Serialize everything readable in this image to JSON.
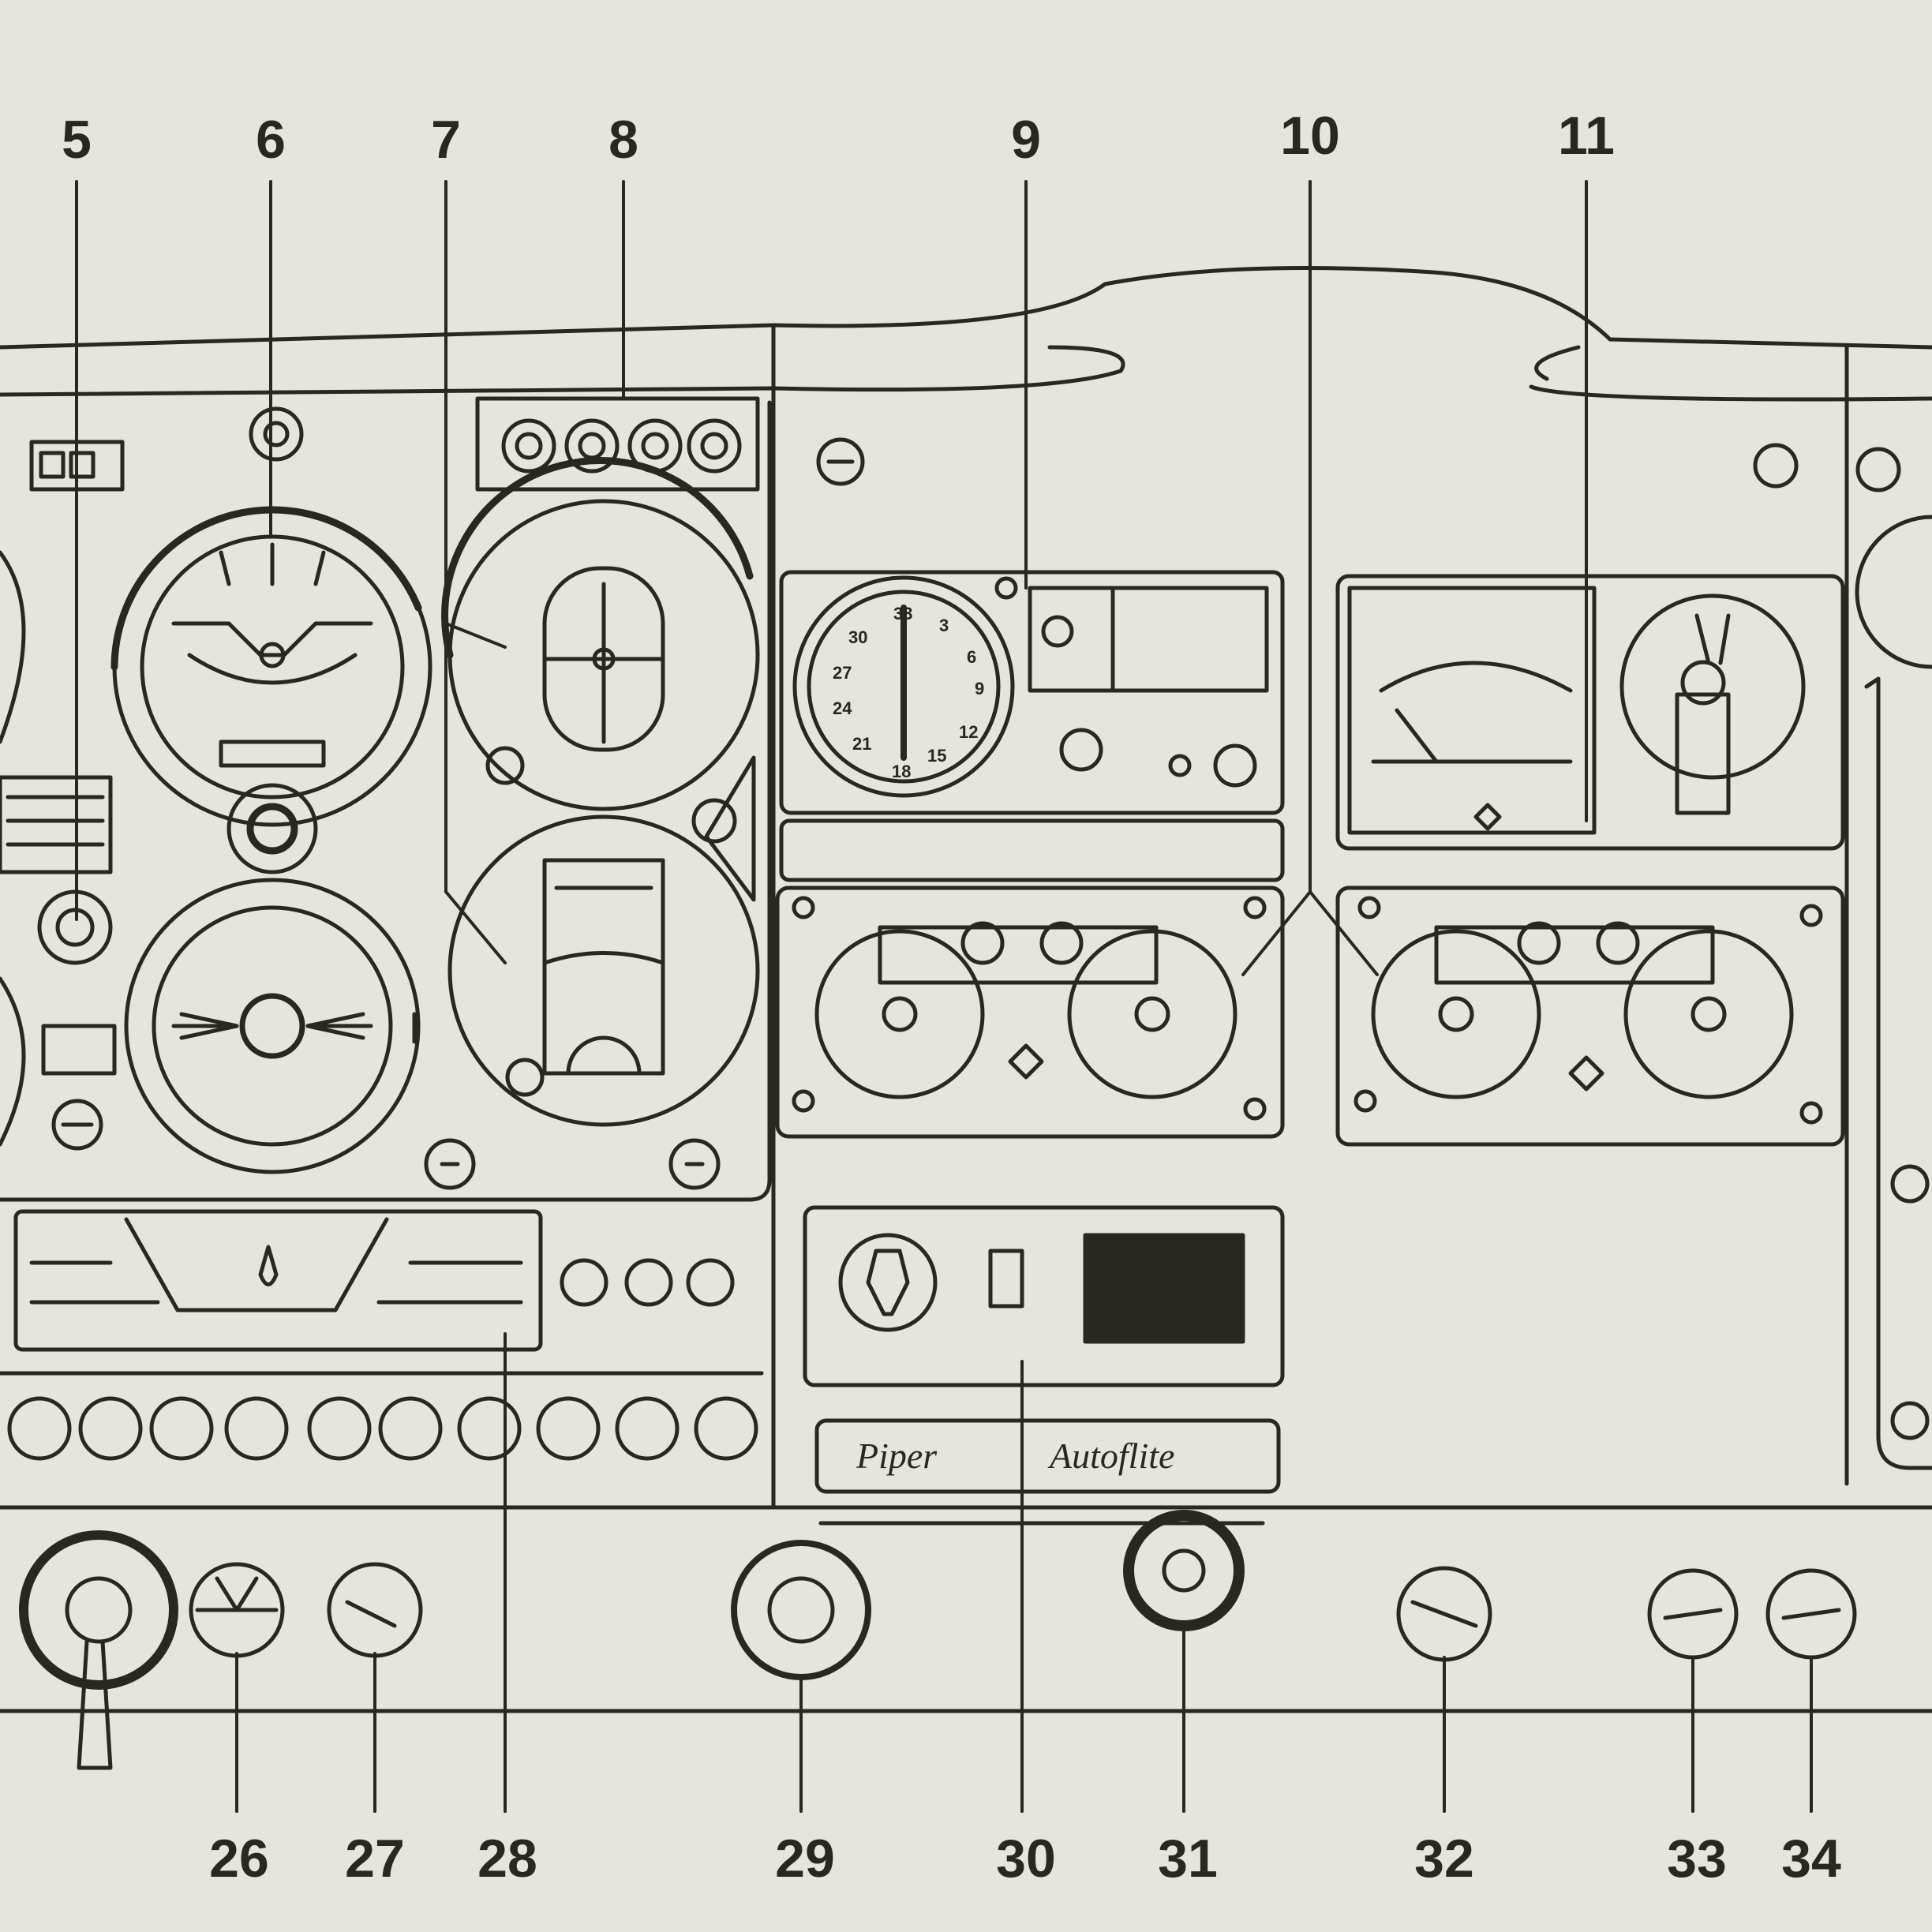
{
  "figure": {
    "background": "#e6e4de",
    "ink": "#2a2622",
    "callouts_top": [
      "5",
      "6",
      "7",
      "8",
      "9",
      "10",
      "11"
    ],
    "callouts_bottom": [
      "26",
      "27",
      "28",
      "29",
      "30",
      "31",
      "32",
      "33",
      "34"
    ],
    "brand_plate": {
      "word1": "Piper",
      "word2": "Autoflite"
    },
    "clock_numerals": [
      "33",
      "3",
      "6",
      "9",
      "12",
      "15",
      "18",
      "21",
      "24",
      "27",
      "30"
    ]
  }
}
